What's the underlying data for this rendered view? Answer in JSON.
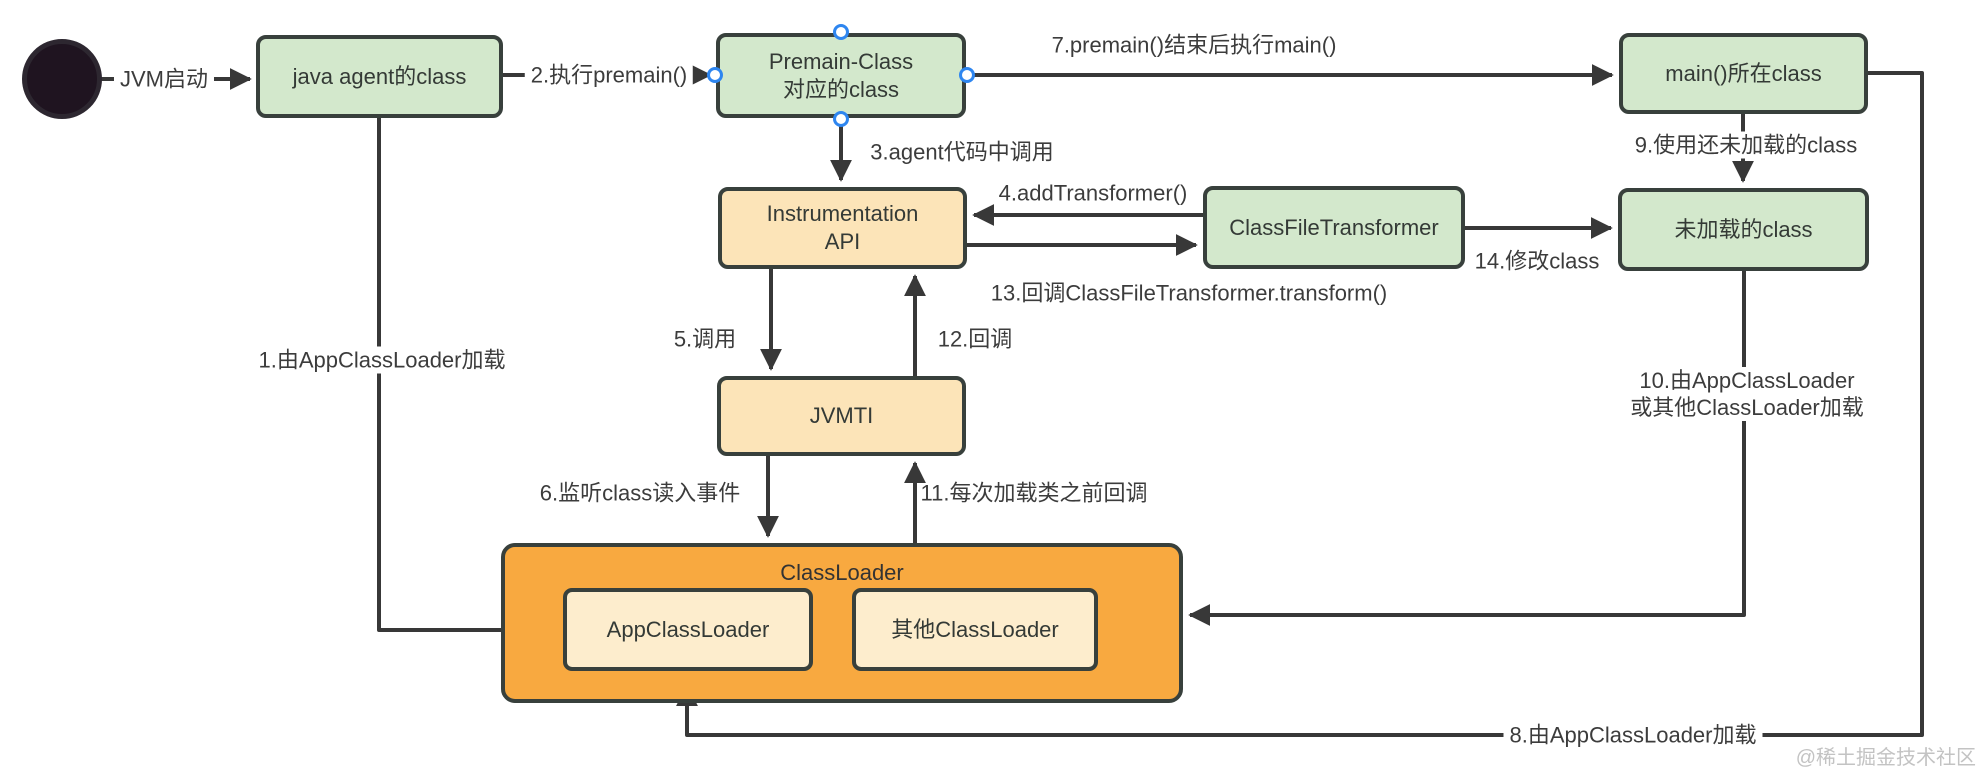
{
  "colors": {
    "node_green": "#d3e8cc",
    "node_cream": "#fce4b8",
    "container_orange": "#f8a940",
    "inner_cream": "#fdedcd",
    "stroke_dark": "#383838",
    "selection_blue": "#2e86f0",
    "watermark_gray": "#c3c3c3"
  },
  "nodes": {
    "java_agent": {
      "label": "java agent的class"
    },
    "premain": {
      "label_line1": "Premain-Class",
      "label_line2": "对应的class"
    },
    "main_class": {
      "label": "main()所在class"
    },
    "instrumentation_api": {
      "label_line1": "Instrumentation",
      "label_line2": "API"
    },
    "class_file_transformer": {
      "label": "ClassFileTransformer"
    },
    "unloaded_class": {
      "label": "未加载的class"
    },
    "jvmti": {
      "label": "JVMTI"
    },
    "class_loader": {
      "label": "ClassLoader"
    },
    "app_class_loader": {
      "label": "AppClassLoader"
    },
    "other_class_loader": {
      "label": "其他ClassLoader"
    }
  },
  "edge_labels": {
    "jvm_start": "JVM启动",
    "step1": "1.由AppClassLoader加载",
    "step2": "2.执行premain()",
    "step3": "3.agent代码中调用",
    "step4": "4.addTransformer()",
    "step5": "5.调用",
    "step6": "6.监听class读入事件",
    "step7": "7.premain()结束后执行main()",
    "step8": "8.由AppClassLoader加载",
    "step9": "9.使用还未加载的class",
    "step10_line1": "10.由AppClassLoader",
    "step10_line2": "或其他ClassLoader加载",
    "step11": "11.每次加载类之前回调",
    "step12": "12.回调",
    "step13": "13.回调ClassFileTransformer.transform()",
    "step14": "14.修改class"
  },
  "watermark": "@稀土掘金技术社区"
}
